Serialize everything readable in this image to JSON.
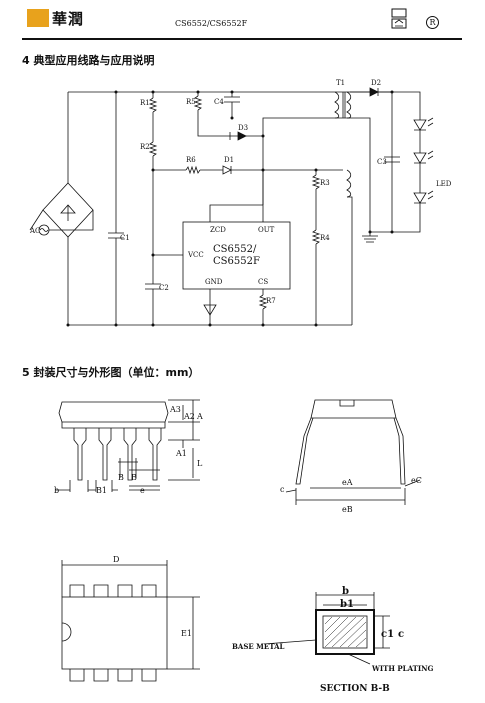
{
  "header": {
    "brand": "華潤",
    "doc_code": "CS6552/CS6552F",
    "registered_mark": "R"
  },
  "section4": {
    "title": "4 典型应用线路与应用说明",
    "labels": {
      "ac": "AC",
      "c1": "C1",
      "c2": "C2",
      "c3": "C3",
      "c4": "C4",
      "r1": "R1",
      "r2": "R2",
      "r3": "R3",
      "r4": "R4",
      "r5": "R5",
      "r6": "R6",
      "r7": "R7",
      "d1": "D1",
      "d2": "D2",
      "d3": "D3",
      "t1": "T1",
      "led": "LED",
      "chip_line1": "CS6552/",
      "chip_line2": "CS6552F",
      "pin_zcd": "ZCD",
      "pin_out": "OUT",
      "pin_vcc": "VCC",
      "pin_gnd": "GND",
      "pin_cs": "CS"
    }
  },
  "section5": {
    "title": "5 封装尺寸与外形图（单位：mm）",
    "labels": {
      "a3": "A3",
      "a2": "A2",
      "a": "A",
      "a1": "A1",
      "l": "L",
      "b": "b",
      "b1": "B1",
      "bb": "B",
      "e": "e",
      "c": "c",
      "ea": "eA",
      "ec": "eC",
      "eb": "eB",
      "d": "D",
      "e1": "E1",
      "sb": "b",
      "sb1": "b1",
      "c1": "c1",
      "sc": "c",
      "base_metal": "BASE METAL",
      "with_plating": "WITH PLATING",
      "section": "SECTION B-B"
    }
  }
}
